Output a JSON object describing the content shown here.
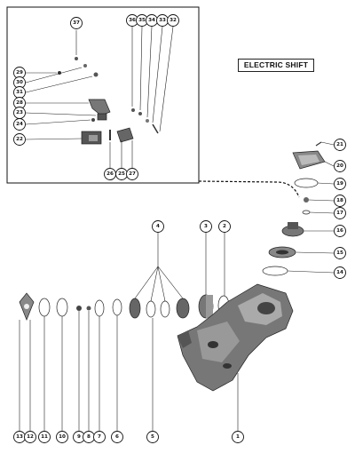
{
  "title": "ELECTRIC SHIFT",
  "callouts": {
    "c1": "1",
    "c2": "2",
    "c3": "3",
    "c4": "4",
    "c5": "5",
    "c6": "6",
    "c7": "7",
    "c8": "8",
    "c9": "9",
    "c10": "10",
    "c11": "11",
    "c12": "12",
    "c13": "13",
    "c14": "14",
    "c15": "15",
    "c16": "16",
    "c17": "17",
    "c18": "18",
    "c19": "19",
    "c20": "20",
    "c21": "21",
    "c22": "22",
    "c23": "23",
    "c24": "24",
    "c25": "25",
    "c26": "26",
    "c27": "27",
    "c28": "28",
    "c29": "29",
    "c30": "30",
    "c31": "31",
    "c32": "32",
    "c33": "33",
    "c34": "34",
    "c35": "35",
    "c36": "36",
    "c37": "37"
  }
}
